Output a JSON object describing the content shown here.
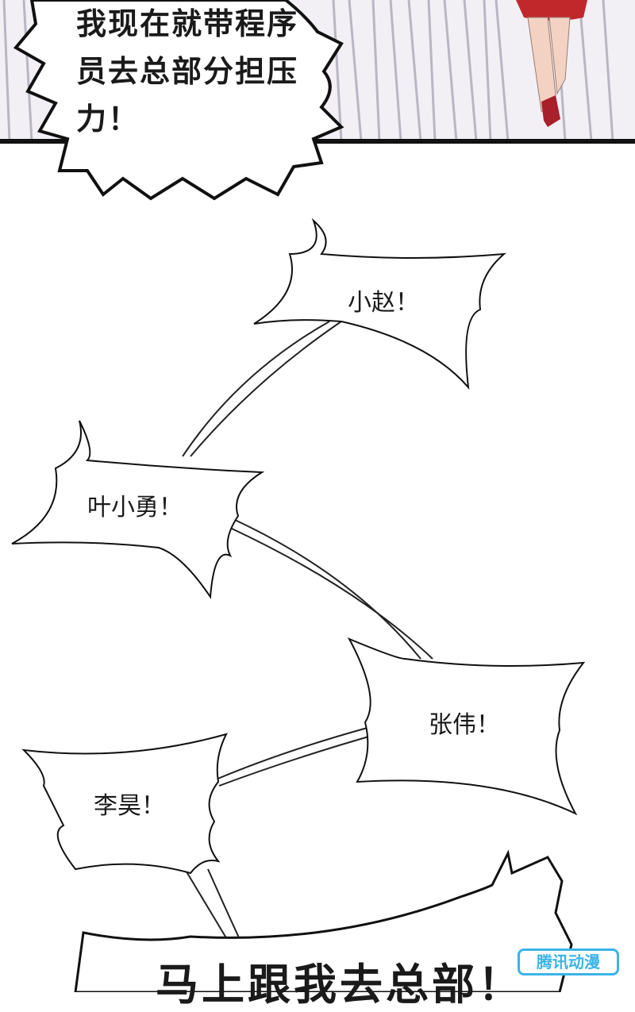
{
  "top_panel": {
    "speech": "我现在就带程序员去总部分担压力！"
  },
  "bubbles": {
    "zhao": "小赵！",
    "ye": "叶小勇！",
    "zhang": "张伟！",
    "li": "李昊！",
    "bottom": "马上跟我去总部！"
  },
  "watermark": {
    "label": "腾讯动漫"
  },
  "colors": {
    "ink": "#1a1a1a",
    "panel_bg": "#f2f0f5",
    "dress_red": "#c0282c",
    "watermark_blue": "#3bb3e8"
  }
}
